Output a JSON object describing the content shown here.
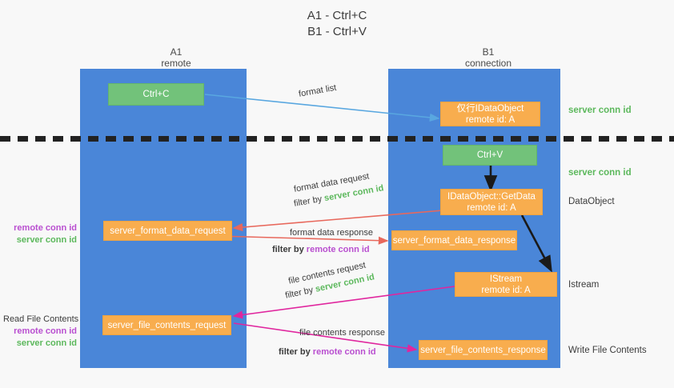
{
  "title": {
    "line1": "A1 - Ctrl+C",
    "line2": "B1 - Ctrl+V"
  },
  "lanes": [
    {
      "id": "a1",
      "name": "A1",
      "subtitle": "remote",
      "color": "#4a86d8"
    },
    {
      "id": "b1",
      "name": "B1",
      "subtitle": "connection",
      "color": "#4a86d8"
    }
  ],
  "colors": {
    "lane": "#4a86d8",
    "green_box": "#72c27a",
    "orange_box": "#f8ad4e",
    "server_conn_id": "#5cb85c",
    "remote_conn_id": "#b94fd0",
    "arrow_blue": "#59a7e0",
    "arrow_red": "#e8685c",
    "arrow_magenta": "#e0269e",
    "arrow_black": "#1a1a1a",
    "divider": "#222222",
    "background": "#f8f8f8"
  },
  "boxes": [
    {
      "id": "ctrl-c",
      "lane": "a1",
      "style": "green",
      "line1": "Ctrl+C",
      "line2": ""
    },
    {
      "id": "ole-idataobject",
      "lane": "b1",
      "style": "orange",
      "line1": "仅行IDataObject",
      "line2": "remote id: A"
    },
    {
      "id": "ctrl-v",
      "lane": "b1",
      "style": "green",
      "line1": "Ctrl+V",
      "line2": ""
    },
    {
      "id": "idataobject-getdata",
      "lane": "b1",
      "style": "orange",
      "line1": "IDataObject::GetData",
      "line2": "remote id: A"
    },
    {
      "id": "server-format-data-request",
      "lane": "a1",
      "style": "orange",
      "line1": "server_format_data_request",
      "line2": ""
    },
    {
      "id": "server-format-data-response",
      "lane": "b1",
      "style": "orange",
      "line1": "server_format_data_response",
      "line2": ""
    },
    {
      "id": "istream",
      "lane": "b1",
      "style": "orange",
      "line1": "IStream",
      "line2": "remote id: A"
    },
    {
      "id": "server-file-contents-request",
      "lane": "a1",
      "style": "orange",
      "line1": "server_file_contents_request",
      "line2": ""
    },
    {
      "id": "server-file-contents-response",
      "lane": "b1",
      "style": "orange",
      "line1": "server_file_contents_response",
      "line2": ""
    }
  ],
  "edge_labels": {
    "format_list": "format list",
    "format_data_request": "format data request",
    "format_data_response": "format data response",
    "file_contents_request": "file contents request",
    "file_contents_response": "file contents response",
    "filter_by": "filter by",
    "server_conn_id": "server conn id",
    "remote_conn_id": "remote conn id"
  },
  "right_labels": [
    {
      "id": "server-conn-id-top",
      "text": "server conn id",
      "kind": "green"
    },
    {
      "id": "server-conn-id-second",
      "text": "server conn id",
      "kind": "green"
    },
    {
      "id": "dataobject",
      "text": "DataObject",
      "kind": "plain"
    },
    {
      "id": "istream",
      "text": "Istream",
      "kind": "plain"
    },
    {
      "id": "write-file-contents",
      "text": "Write File Contents",
      "kind": "plain"
    }
  ],
  "left_labels": [
    {
      "id": "left-conn-ids-format",
      "heading": "",
      "remote": "remote conn id",
      "server": "server conn id"
    },
    {
      "id": "left-read-file-contents",
      "heading": "Read File Contents",
      "remote": "remote conn id",
      "server": "server conn id"
    }
  ]
}
